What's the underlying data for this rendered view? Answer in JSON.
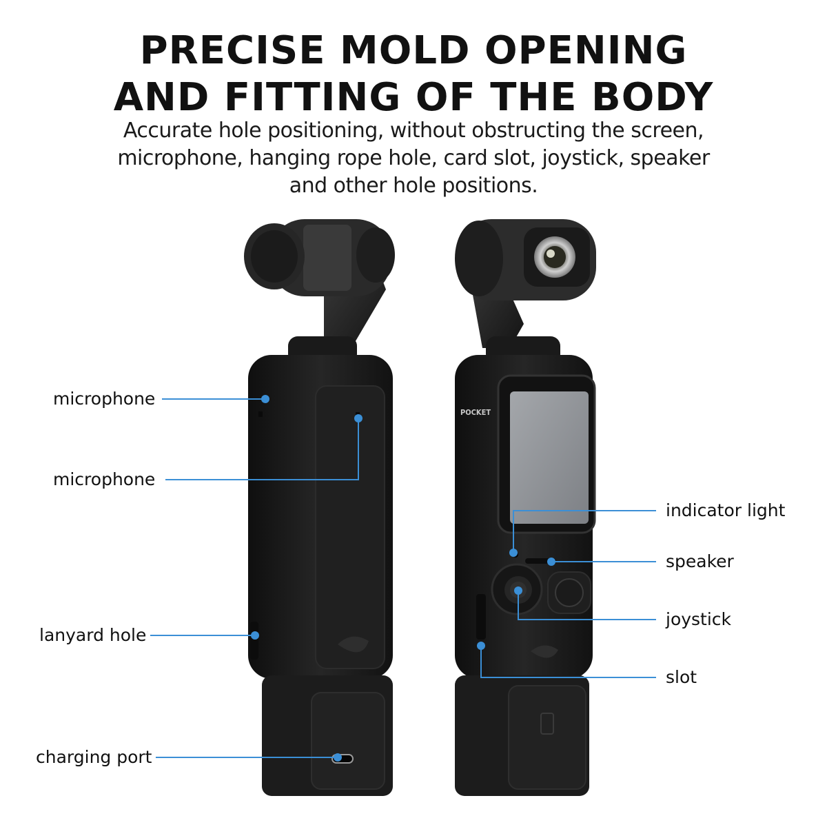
{
  "headline": {
    "line1": "PRECISE MOLD OPENING",
    "line2": "AND FITTING OF THE BODY"
  },
  "subtitle": {
    "line1": "Accurate hole positioning, without obstructing the screen,",
    "line2": "microphone, hanging rope hole, card slot, joystick, speaker",
    "line3": "and other hole positions."
  },
  "device_badge": "POCKET",
  "callouts_left": [
    {
      "label": "microphone"
    },
    {
      "label": "microphone"
    },
    {
      "label": "lanyard hole"
    },
    {
      "label": "charging port"
    }
  ],
  "callouts_right": [
    {
      "label": "indicator light"
    },
    {
      "label": "speaker"
    },
    {
      "label": "joystick"
    },
    {
      "label": "slot"
    }
  ],
  "colors": {
    "callout_line": "#3b8fd6",
    "device_body": "#1c1c1c",
    "screen": "#8f9296"
  }
}
